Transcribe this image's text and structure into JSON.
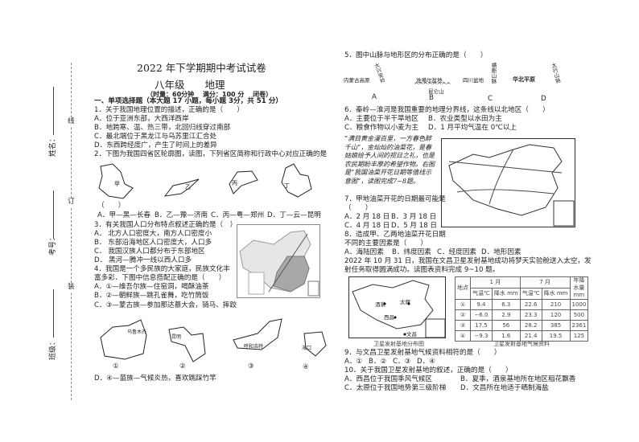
{
  "binding": {
    "name_label": "姓名：",
    "id_label": "考号：",
    "class_label": "班级：",
    "mark_line": "线",
    "mark_ding": "订",
    "mark_zhuang": "装"
  },
  "header": {
    "title": "2022 年下学期期中考试试卷",
    "subject": "八年级　　地理",
    "info": "（时量：60分钟　 满分：100 分　 闭卷）"
  },
  "section1": "一、单项选择题（本大题 17 小题，每小题 3分，共 51 分）",
  "q1": {
    "stem": "1．关于我国地理位置的描述，正确的是（　　）",
    "options": [
      "A．位于亚洲东部，大西洋西岸",
      "B．地跨寒、温、热三带，北回归线穿过南部",
      "C．最北端位于黑龙江与乌苏里江汇合处",
      "D．东西跨经度广，产生了时间上的差异"
    ]
  },
  "q2": {
    "stem": "2．下图为我国四省区轮廓图，读图，下列省区简称和行政中心对应正确的是",
    "blank": "（　　）",
    "map_labels": [
      "甲",
      "乙",
      "丙",
      "丁"
    ],
    "options": [
      "A．甲—黑—长春",
      "B．乙—豫—济南",
      "C．丙—粤—郑州",
      "D．丁—云—昆明"
    ]
  },
  "q3": {
    "stem": "3．有关我国人口分布特点叙述正确的是（　）",
    "options": [
      "A． 北方人口密度大，南方人口密度小",
      "B． 东部沿海地区人口密度大，人口多",
      "C． 我国汉族人口都分布于东部地区",
      "D． 黑河—腾冲一线以西人口多"
    ]
  },
  "q4": {
    "stem1": "4．我国是一个多民族的大家庭，民族文化丰",
    "stem2": "富多彩．下图中信息搭配正确的是（　　）",
    "options": [
      "A．①—维吾尔族—住窑洞，喝酥油茶",
      "B．②—朝鲜族—跳孔雀舞，吃竹筒饭",
      "C．③—蒙古族—参加那达慕大会，骑马、摔跤",
      "D．④—苗族—气候炎热，喜欢跳踩竹竿"
    ],
    "map_labels": [
      "①",
      "②",
      "③",
      "④"
    ],
    "city_labels": [
      "乌鲁木齐",
      "昆明",
      "呼和浩特",
      "海口"
    ]
  },
  "q5": {
    "stem": "5．图中山脉与地形区的分布正确的是（　　）",
    "items": [
      {
        "region": "内蒙古高原",
        "mountain": "大兴安岭",
        "letter": "A"
      },
      {
        "region": "准噶尔盆地",
        "mountain": "昆仑山",
        "letter": "B"
      },
      {
        "region": "四川盆地",
        "mountain": "横断山脉",
        "letter": "C"
      },
      {
        "region": "华北平原",
        "mountain": "太行山脉",
        "letter": "D"
      }
    ]
  },
  "q6": {
    "stem": "6．秦岭—淮河是我国重要的地理分界线，这条线以北地区（　　）",
    "options": [
      "A．主要位于半干旱地区",
      "B．农业类型以水田为主",
      "C．粮食作物以小麦为主",
      "D．1 月平均气温在 0℃以上"
    ]
  },
  "poem": "“满目黄金漫百里，一方春色醉千山”，金灿灿的油菜花，是春姑娘给予人间的视日之礼，也是农民期盼丰厚的希望作物。右图是“我国油菜开花日期等值线示意图”，读图完成7~8题。",
  "q7": {
    "stem": "7．甲地油菜开花的日期最可能是",
    "blank": "（　　）",
    "options": [
      "A．2 月 18 日",
      "B．3 月 18 日",
      "C．4 月 18 日",
      "D．5 月 18 日"
    ]
  },
  "q8": {
    "stem1": "8．造成甲、乙两地油菜开花日期",
    "stem2": "不同的主要因素是（　　）",
    "options": [
      "A．海陆因素",
      "B．纬度因素",
      "C．经度因素",
      "D．地形因素"
    ]
  },
  "passage": [
    "2022 年 10 月 31 日，我国在文昌卫星发射基地成功将梦天实验舱送入太空，发",
    "射任务取得圆满成功。读图表资料完成 9~10 题。"
  ],
  "sat_map": {
    "caption": "卫星发射基地分布图",
    "labels": [
      "酒泉",
      "太原",
      "西昌",
      "文昌"
    ]
  },
  "climate_table": {
    "caption": "卫星发射基地气候资料",
    "header": [
      "地点",
      "1 月",
      "7 月",
      "年降水量 mm"
    ],
    "subheader": [
      "气温℃",
      "降水 mm",
      "气温℃",
      "降水 mm"
    ],
    "rows": [
      [
        "①",
        "9.4",
        "6.3",
        "22.6",
        "210",
        "1000"
      ],
      [
        "②",
        "−6.0",
        "2.9",
        "23.3",
        "120",
        "500"
      ],
      [
        "③",
        "17.5",
        "56",
        "28.2",
        "385",
        "2361"
      ],
      [
        "④",
        "−9.3",
        "1.6",
        "21.4",
        "19.5",
        "125"
      ]
    ]
  },
  "q9": {
    "stem": "9．与文昌卫星发射基地气候资料相符的是（　　）",
    "options": [
      "A．①",
      "B．②",
      "C．③",
      "D．④"
    ]
  },
  "q10": {
    "stem": "10．关于我国卫星发射基地的叙述，正确的是（　　）",
    "options": [
      "A．西昌位于我国季风气候区",
      "B．夏季，酒泉基地所在地区稻花飘香",
      "C．太原位于我国地势第三级阶梯",
      "D．文昌所在地适于晒制海盐"
    ]
  }
}
